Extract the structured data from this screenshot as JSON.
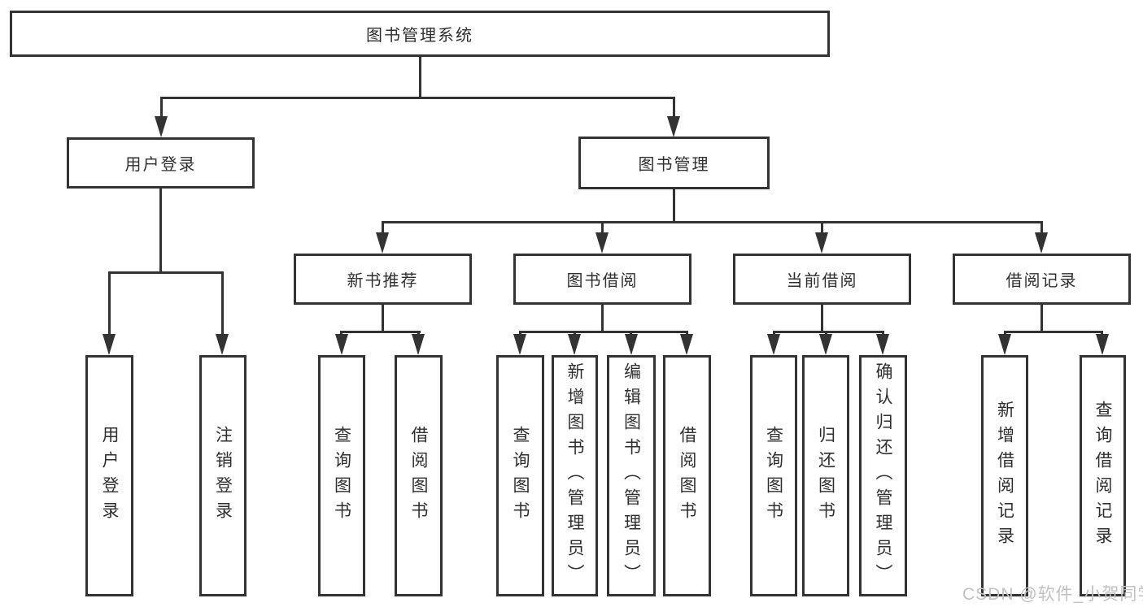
{
  "diagram": {
    "root": "图书管理系统",
    "branches": [
      {
        "label": "用户登录",
        "children": [
          "用户登录",
          "注销登录"
        ]
      },
      {
        "label": "图书管理",
        "sections": [
          {
            "label": "新书推荐",
            "children": [
              "查询图书",
              "借阅图书"
            ]
          },
          {
            "label": "图书借阅",
            "children": [
              "查询图书",
              "新增图书（管理员）",
              "编辑图书（管理员）",
              "借阅图书"
            ]
          },
          {
            "label": "当前借阅",
            "children": [
              "查询图书",
              "归还图书",
              "确认归还（管理员）"
            ]
          },
          {
            "label": "借阅记录",
            "children": [
              "新增借阅记录",
              "查询借阅记录"
            ]
          }
        ]
      }
    ]
  },
  "watermark": {
    "text": "CSDN @软件_小贺同学"
  },
  "colors": {
    "line": "#333333",
    "text": "#2f2f2f",
    "watermark": "#c2c2c2",
    "background": "#ffffff"
  }
}
